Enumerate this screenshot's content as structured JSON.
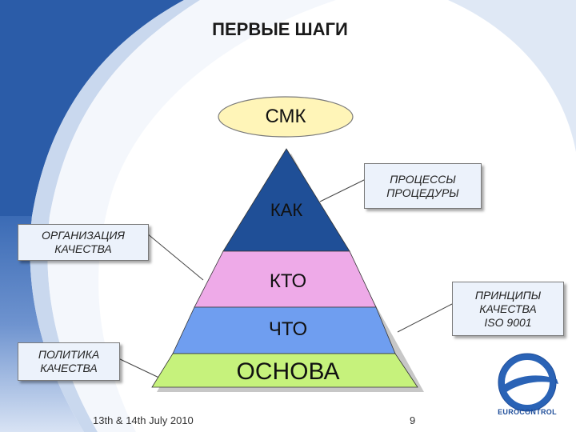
{
  "title": "ПЕРВЫЕ ШАГИ",
  "ellipse_label": "СМК",
  "pyramid": {
    "kak": "КАК",
    "kto": "КТО",
    "chto": "ЧТО",
    "osnova": "ОСНОВА"
  },
  "boxes": {
    "processes": "ПРОЦЕССЫ\nПРОЦЕДУРЫ",
    "organization": "ОРГАНИЗАЦИЯ\nКАЧЕСТВА",
    "principles": "ПРИНЦИПЫ\nКАЧЕСТВА\nISO 9001",
    "policy": "ПОЛИТИКА\nКАЧЕСТВА"
  },
  "footer": {
    "date": "13th & 14th July 2010",
    "page": "9"
  },
  "logo_text": "EUROCONTROL",
  "colors": {
    "kak": "#1f4f97",
    "kto": "#eeaae8",
    "chto": "#6f9ef0",
    "osnova": "#c6f27c",
    "ellipse": "#fff5b8",
    "boxes": "#ecf2fb",
    "accent": "#2a63b6"
  }
}
